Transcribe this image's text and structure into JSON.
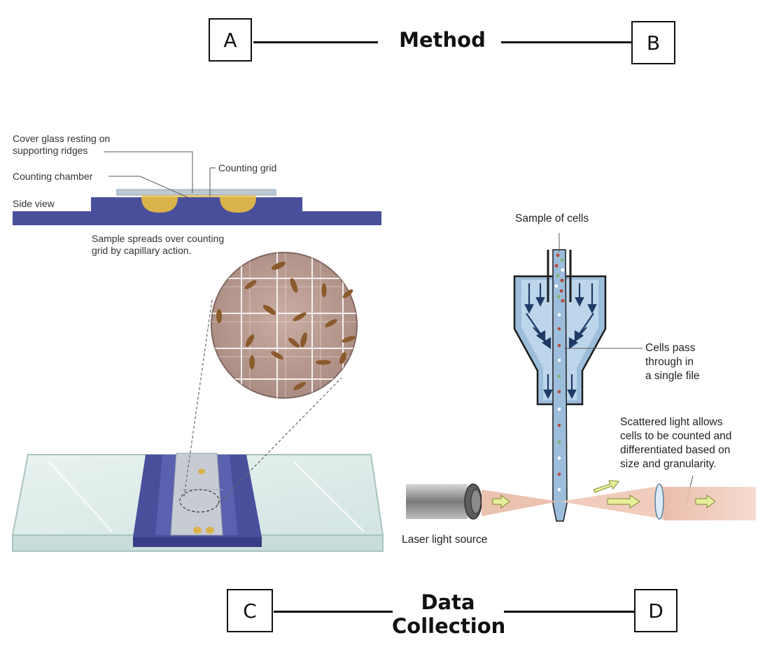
{
  "header": {
    "box_a": "A",
    "box_b": "B",
    "title": "Method"
  },
  "footer": {
    "box_c": "C",
    "box_d": "D",
    "title_line1": "Data",
    "title_line2": "Collection"
  },
  "hemocytometer": {
    "cover_glass_line1": "Cover glass resting on",
    "cover_glass_line2": "supporting ridges",
    "counting_chamber": "Counting chamber",
    "counting_grid": "Counting grid",
    "side_view": "Side view",
    "sample_spreads_line1": "Sample spreads over counting",
    "sample_spreads_line2": "grid by capillary action."
  },
  "flow_cytometer": {
    "sample_of_cells": "Sample of cells",
    "cells_pass_line1": "Cells pass",
    "cells_pass_line2": "through in",
    "cells_pass_line3": "a single file",
    "scattered_line1": "Scattered light allows",
    "scattered_line2": "cells to be counted and",
    "scattered_line3": "differentiated based on",
    "scattered_line4": "size and granularity.",
    "laser_source": "Laser light source"
  },
  "colors": {
    "chamber_blue": "#4a4f9c",
    "sample_yellow": "#d9b24a",
    "cell_brown": "#8a5a2b",
    "flow_blue": "#9cbddb"
  }
}
